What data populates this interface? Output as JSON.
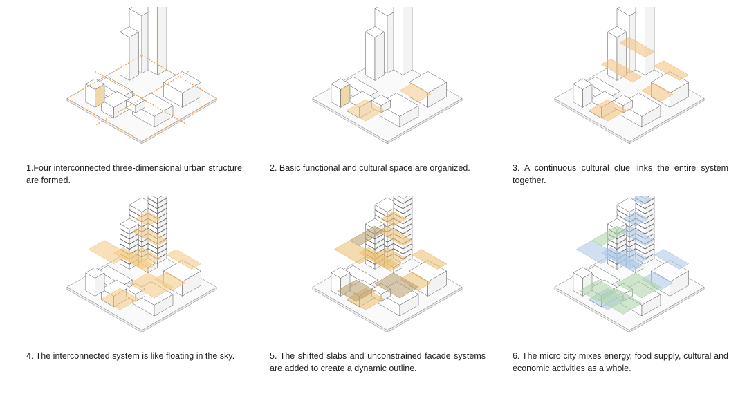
{
  "panels": [
    {
      "caption": "1.Four interconnected three-dimensional urban structure are formed.",
      "stage": 1,
      "accent": "#e3a04a",
      "accent2": "#e3a04a"
    },
    {
      "caption": "2. Basic functional and cultural space are organized.",
      "stage": 2,
      "accent": "#f2c98a",
      "accent2": "#f2c98a"
    },
    {
      "caption": "3. A continuous cultural clue links the entire system together.",
      "stage": 3,
      "accent": "#f0c07a",
      "accent2": "#f0c07a"
    },
    {
      "caption": "4. The interconnected system is like floating in the sky.",
      "stage": 4,
      "accent": "#f3c880",
      "accent2": "#f3c880"
    },
    {
      "caption": "5. The shifted slabs and unconstrained facade systems are added to create a dynamic outline.",
      "stage": 5,
      "accent": "#e9be6e",
      "accent2": "#b79a6a"
    },
    {
      "caption": "6. The micro city mixes energy, food supply, cultural and economic activities as a whole.",
      "stage": 6,
      "accent": "#a9c6e6",
      "accent2": "#a9d3a4"
    }
  ]
}
